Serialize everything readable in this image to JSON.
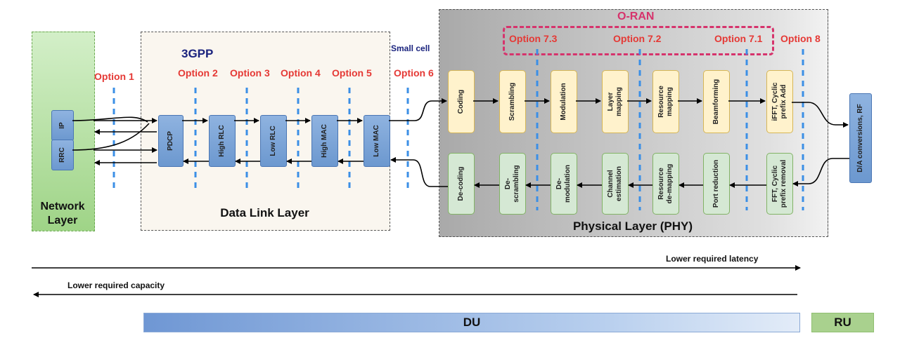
{
  "network_layer": {
    "title": "Network Layer",
    "blocks": [
      "IP",
      "RRC"
    ]
  },
  "data_link_layer": {
    "title": "Data Link Layer",
    "group_label": "3GPP",
    "blocks": [
      "PDCP",
      "High RLC",
      "Low RLC",
      "High MAC",
      "Low MAC"
    ]
  },
  "small_cell_label": "Small cell",
  "physical_layer": {
    "title": "Physical Layer (PHY)",
    "group_label": "O-RAN",
    "tx_blocks": [
      "Coding",
      "Scrambling",
      "Modulation",
      "Layer mapping",
      "Resource mapping",
      "Beamforming",
      "iFFT, Cyclic prefix Add"
    ],
    "rx_blocks": [
      "De-coding",
      "De-scrambling",
      "De-modulation",
      "Channel estimation",
      "Resource de-mapping",
      "Port reduction",
      "FFT, Cyclic prefix removal"
    ]
  },
  "rf_block": "D/A conversions, RF",
  "split_options": [
    "Option 1",
    "Option 2",
    "Option 3",
    "Option 4",
    "Option 5",
    "Option 6",
    "Option 7.3",
    "Option 7.2",
    "Option 7.1",
    "Option 8"
  ],
  "arrows": {
    "latency": "Lower required latency",
    "capacity": "Lower required capacity"
  },
  "bars": {
    "du": "DU",
    "ru": "RU"
  },
  "colors": {
    "option_label": "#e53935",
    "split_line": "#3b8fe6",
    "oran_frame": "#d6336c",
    "du_bar": "#7ea3d8",
    "ru_bar": "#a9d18e"
  }
}
